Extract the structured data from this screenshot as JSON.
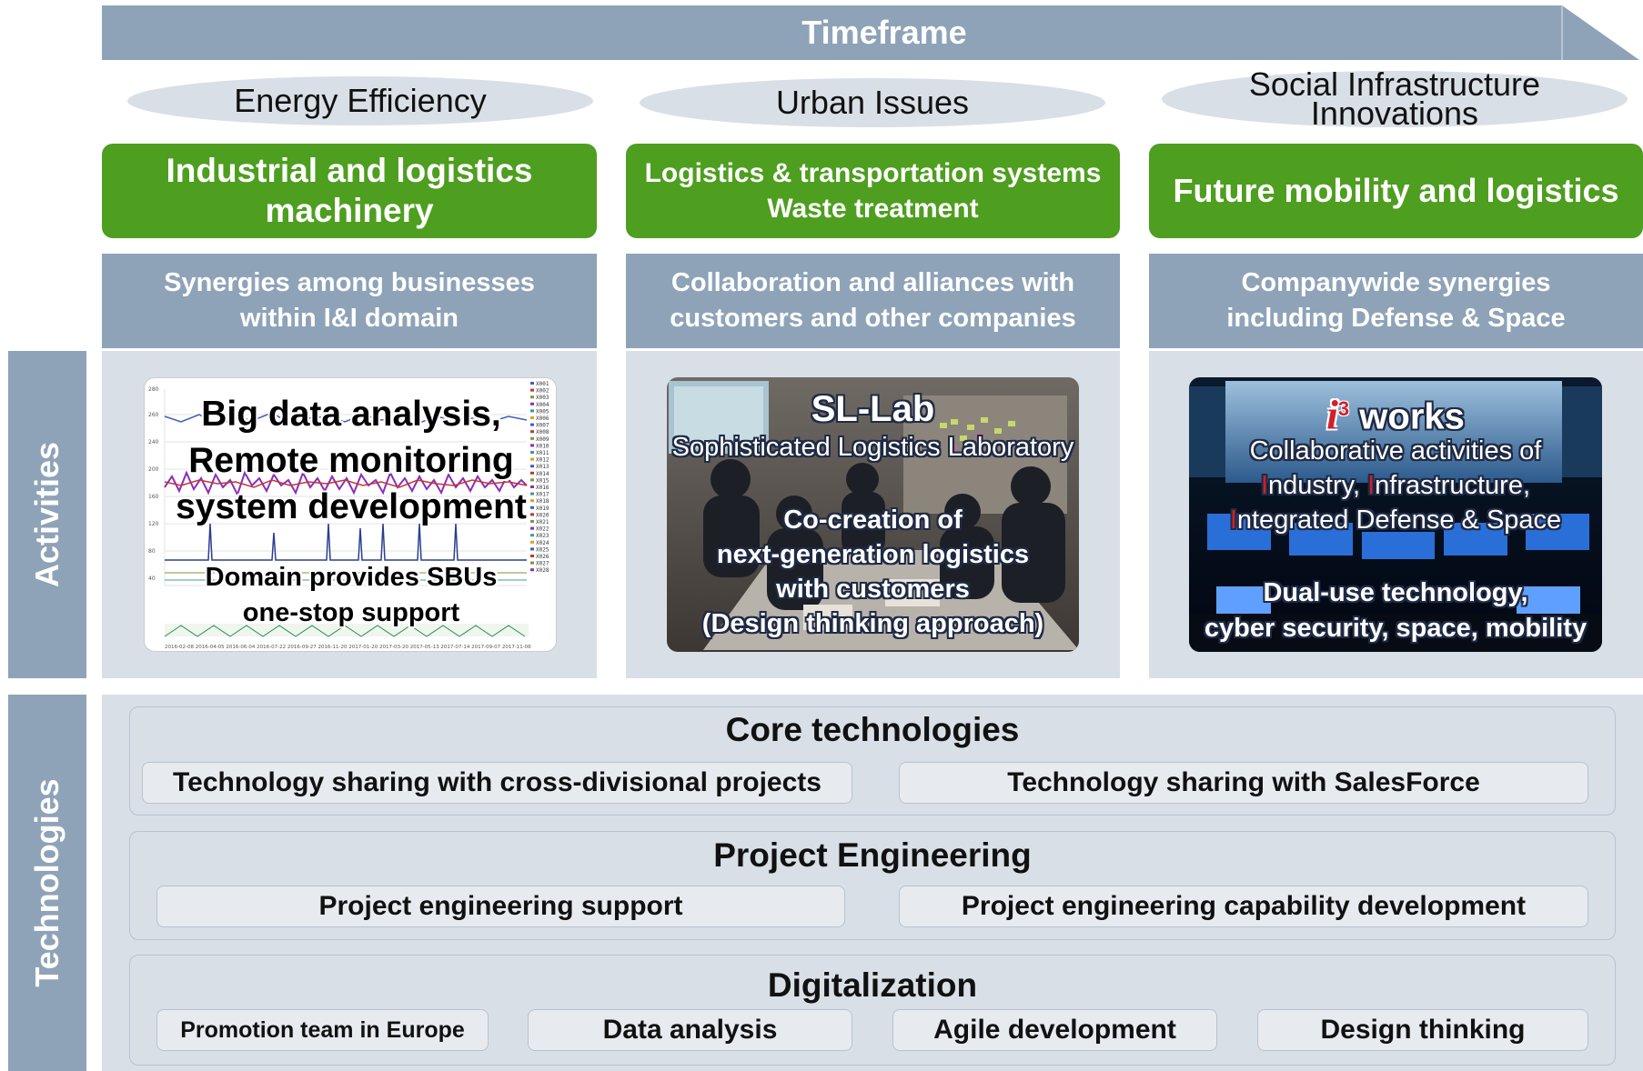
{
  "timeframe": {
    "label": "Timeframe"
  },
  "themes": [
    "Energy Efficiency",
    "Urban Issues",
    "Social Infrastructure Innovations"
  ],
  "segments": [
    {
      "lines": [
        "Industrial and logistics",
        "machinery"
      ]
    },
    {
      "lines": [
        "Logistics & transportation systems",
        "Waste treatment"
      ]
    },
    {
      "lines": [
        "Future mobility and logistics"
      ]
    }
  ],
  "synergies": [
    {
      "lines": [
        "Synergies among businesses",
        "within I&I domain"
      ]
    },
    {
      "lines": [
        "Collaboration and alliances with",
        "customers and other companies"
      ]
    },
    {
      "lines": [
        "Companywide synergies",
        "including Defense & Space"
      ]
    }
  ],
  "side_labels": {
    "activities": "Activities",
    "technologies": "Technologies"
  },
  "activities": {
    "bigdata": {
      "title_lines": [
        "Big data analysis,",
        "Remote monitoring",
        "system development"
      ],
      "sub_lines": [
        "Domain provides SBUs",
        "one-stop support"
      ]
    },
    "sllab": {
      "title": "SL-Lab",
      "subtitle": "Sophisticated Logistics Laboratory",
      "body_lines": [
        "Co-creation of",
        "next-generation logistics",
        "with customers",
        "(Design thinking approach)"
      ]
    },
    "i3works": {
      "logo_i": "i",
      "logo_sup": "3",
      "logo_word": "works",
      "desc_line1": "Collaborative activities of",
      "desc_i1": "I",
      "desc_rest1": "ndustry, ",
      "desc_i2": "I",
      "desc_rest2": "nfrastructure,",
      "desc_i3": "I",
      "desc_rest3": "ntegrated Defense & Space",
      "body_lines": [
        "Dual-use technology,",
        "cyber security, space, mobility"
      ]
    }
  },
  "technologies": {
    "core": {
      "title": "Core technologies",
      "items": [
        "Technology sharing with cross-divisional projects",
        "Technology sharing with SalesForce"
      ]
    },
    "project": {
      "title": "Project Engineering",
      "items": [
        "Project engineering support",
        "Project engineering capability development"
      ]
    },
    "digital": {
      "title": "Digitalization",
      "items": [
        "Promotion team in Europe",
        "Data analysis",
        "Agile development",
        "Design thinking"
      ]
    }
  },
  "chart_legend": [
    "X001",
    "X002",
    "X003",
    "X004",
    "X005",
    "X006",
    "X007",
    "X008",
    "X009",
    "X010",
    "X011",
    "X012",
    "X013",
    "X014",
    "X015",
    "X016",
    "X017",
    "X018",
    "X019",
    "X020",
    "X021",
    "X022",
    "X023",
    "X024",
    "X025",
    "X026",
    "X027",
    "X028"
  ],
  "colors": {
    "green": "#4e9e1f",
    "slate": "#8ea3b8",
    "panel": "#d8dfe7",
    "ellipse": "#d9dfe6",
    "accent_red": "#d0202a"
  }
}
